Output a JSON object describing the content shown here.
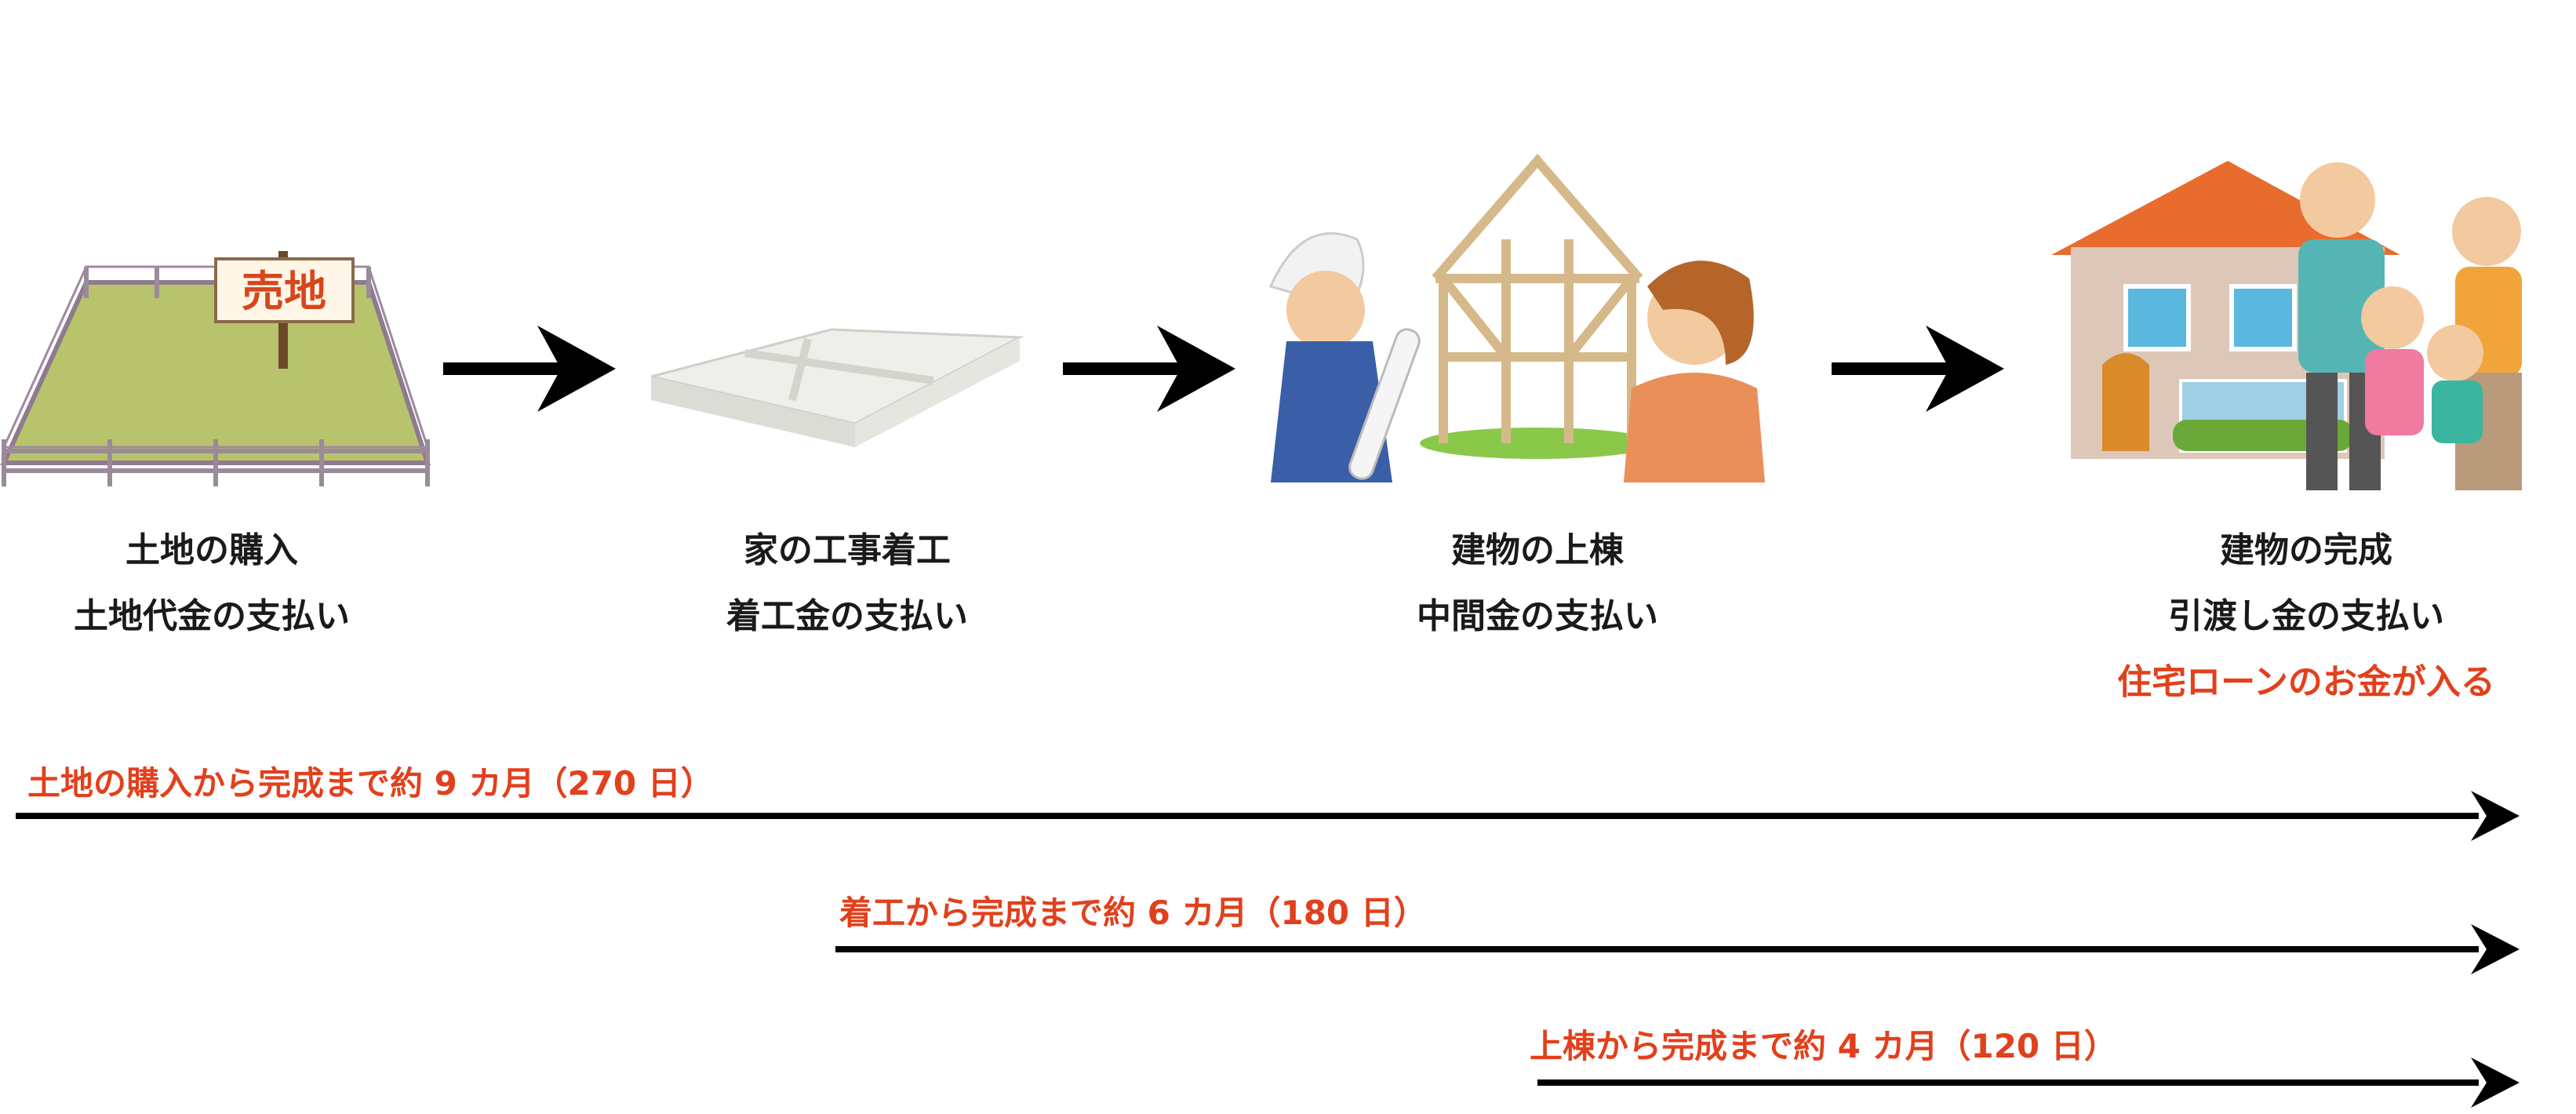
{
  "stages": [
    {
      "title": "土地の購入",
      "payment": "土地代金の支払い",
      "sign": "売地"
    },
    {
      "title": "家の工事着工",
      "payment": "着工金の支払い"
    },
    {
      "title": "建物の上棟",
      "payment": "中間金の支払い"
    },
    {
      "title": "建物の完成",
      "payment": "引渡し金の支払い",
      "note": "住宅ローンのお金が入る"
    }
  ],
  "timelines": [
    {
      "label": "土地の購入から完成まで約 9 カ月（270 日）"
    },
    {
      "label": "着工から完成まで約 6 カ月（180 日）"
    },
    {
      "label": "上棟から完成まで約 4 カ月（120 日）"
    }
  ],
  "colors": {
    "accent": "#e2401c",
    "text": "#1a1a1a",
    "arrow": "#000000"
  }
}
